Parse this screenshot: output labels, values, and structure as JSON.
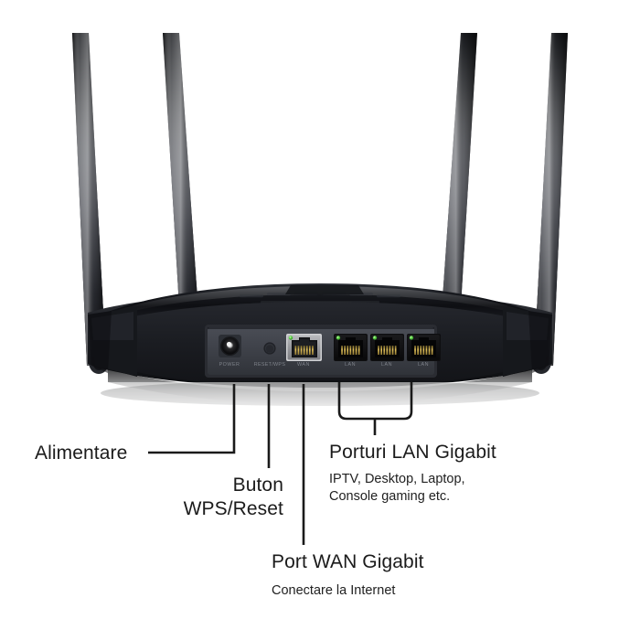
{
  "diagram": {
    "title": "Router rear panel callout diagram",
    "background_color": "#ffffff",
    "device": {
      "name": "wireless-router",
      "body_color": "#1b1d22",
      "panel_color": "#3a3d44",
      "antenna_count": 4
    },
    "port_silkscreen": [
      {
        "name": "power-jack-silkscreen",
        "text": "POWER"
      },
      {
        "name": "reset-wps-silkscreen",
        "text": "RESET/WPS"
      },
      {
        "name": "wan-port-silkscreen",
        "text": "WAN"
      },
      {
        "name": "lan-port-1-silkscreen",
        "text": "LAN"
      },
      {
        "name": "lan-port-2-silkscreen",
        "text": "LAN"
      },
      {
        "name": "lan-port-3-silkscreen",
        "text": "LAN"
      }
    ],
    "callouts": [
      {
        "id": "alimentare",
        "title": "Alimentare",
        "subtitle": "",
        "target": "power-jack"
      },
      {
        "id": "buton-wps-reset",
        "title_line1": "Buton",
        "title_line2": "WPS/Reset",
        "subtitle": "",
        "target": "reset-wps-button"
      },
      {
        "id": "porturi-lan",
        "title": "Porturi LAN Gigabit",
        "subtitle_line1": "IPTV, Desktop, Laptop,",
        "subtitle_line2": "Console gaming etc.",
        "target": "lan-ports"
      },
      {
        "id": "port-wan",
        "title": "Port WAN Gigabit",
        "subtitle": "Conectare la Internet",
        "target": "wan-port"
      }
    ],
    "colors": {
      "leader_line": "#1a1a1a",
      "led_green": "#49d13a",
      "port_pin_gold": "#d8b44a",
      "text": "#1b1b1b"
    }
  }
}
